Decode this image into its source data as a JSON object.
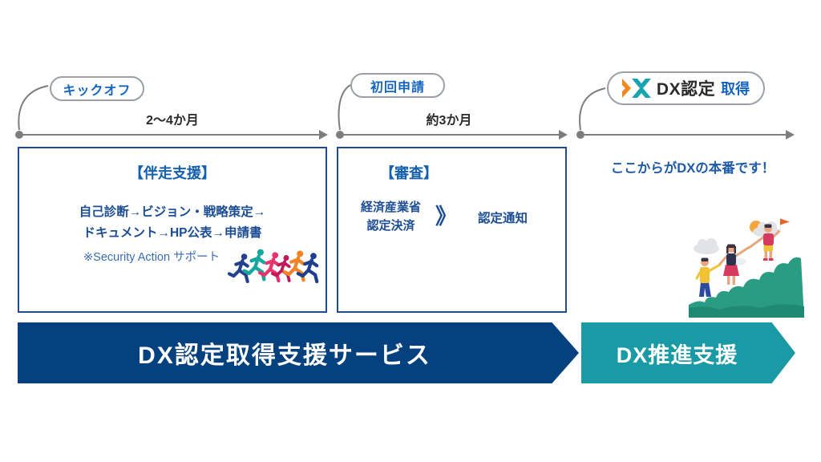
{
  "colors": {
    "navy_banner": "#05417f",
    "teal_banner": "#1a9aa5",
    "box_border": "#1f4e8c",
    "badge_text_blue": "#1565c0",
    "body_text_blue": "#1c4d92",
    "timeline_gray": "#7d7d7d",
    "logo_orange": "#f0871f",
    "logo_teal": "#18a5b0"
  },
  "timeline": {
    "milestones": [
      {
        "label": "キックオフ"
      },
      {
        "label": "初回申請"
      },
      {
        "label": "DX認定",
        "suffix": "取得"
      }
    ],
    "durations": [
      "2〜4か月",
      "約3か月"
    ]
  },
  "phase1": {
    "title": "【伴走支援】",
    "body_line1": "自己診断→ビジョン・戦略策定→",
    "body_line2": "ドキュメント→HP公表→申請書",
    "note": "※Security Action サポート"
  },
  "phase2": {
    "title": "【審査】",
    "step1_line1": "経済産業省",
    "step1_line2": "認定決済",
    "chevron": "》",
    "result": "認定通知"
  },
  "phase3": {
    "headline": "ここからがDXの本番です！"
  },
  "banners": {
    "primary": "DX認定取得支援サービス",
    "secondary": "DX推進支援"
  }
}
